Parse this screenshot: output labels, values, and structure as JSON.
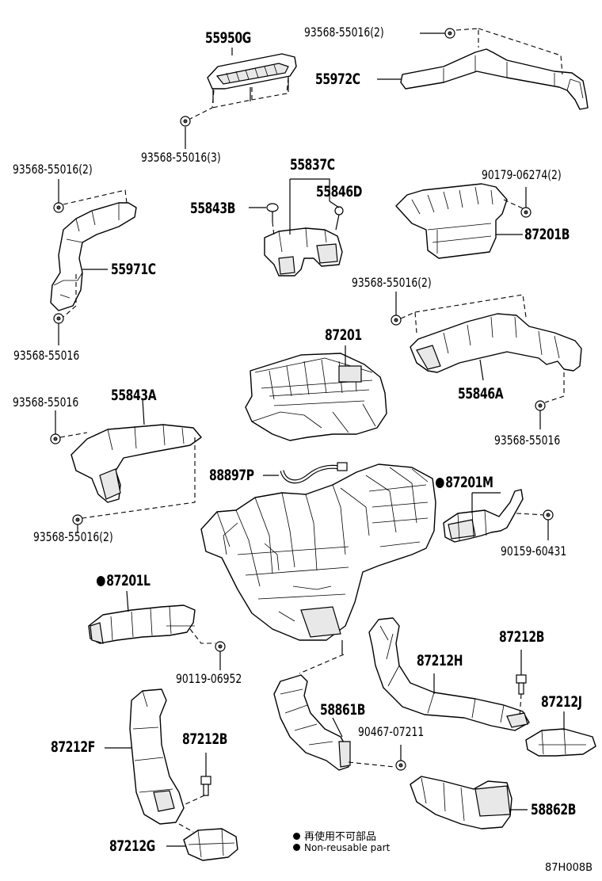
{
  "labels": {
    "p55950G": "55950G",
    "p93568_2_top": "93568-55016(2)",
    "p55972C": "55972C",
    "p93568_3": "93568-55016(3)",
    "p55837C": "55837C",
    "p93568_2_left": "93568-55016(2)",
    "p90179": "90179-06274(2)",
    "p55843B": "55843B",
    "p55846D": "55846D",
    "p87201B": "87201B",
    "p55971C": "55971C",
    "p93568_2_mid": "93568-55016(2)",
    "p93568_left_low": "93568-55016",
    "p87201": "87201",
    "p55846A": "55846A",
    "p93568_a": "93568-55016",
    "p55843A": "55843A",
    "p93568_right": "93568-55016",
    "p88897P": "88897P",
    "p87201M": "87201M",
    "p90159": "90159-60431",
    "p93568_2_bottom": "93568-55016(2)",
    "p87201L": "87201L",
    "p87212B_top": "87212B",
    "p90119": "90119-06952",
    "p87212H": "87212H",
    "p58861B": "58861B",
    "p87212J": "87212J",
    "p90467": "90467-07211",
    "p87212F": "87212F",
    "p87212B_bottom": "87212B",
    "p58862B": "58862B",
    "p87212G": "87212G"
  },
  "legend": {
    "line1": "再使用不可部品",
    "line2": "Non-reusable part"
  },
  "figure_code": "87H008B",
  "colors": {
    "line": "#000000",
    "background": "#ffffff",
    "shade": "#e8e8e8"
  }
}
